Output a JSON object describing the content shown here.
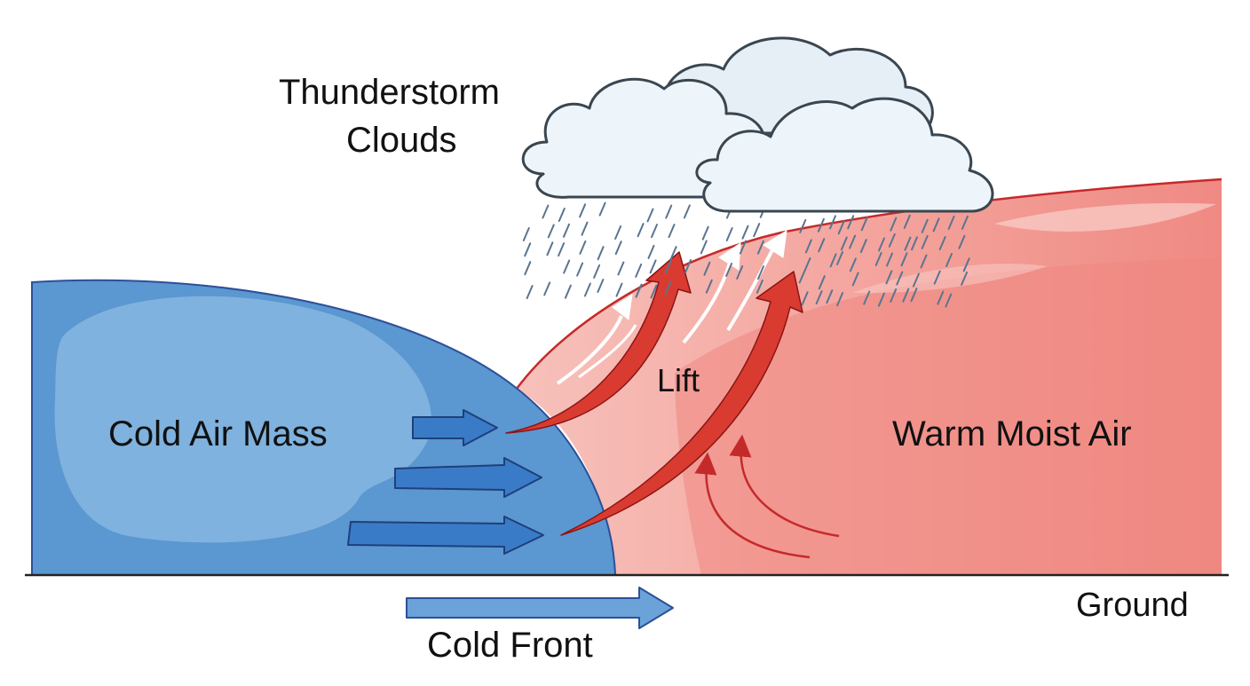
{
  "labels": {
    "title_line1": "Thunderstorm",
    "title_line2": "Clouds",
    "cold_air": "Cold Air Mass",
    "warm_air": "Warm Moist Air",
    "lift": "Lift",
    "ground": "Ground",
    "cold_front": "Cold Front"
  },
  "colors": {
    "cold_air": "#5b97d0",
    "cold_air_core": "#7fb2de",
    "cold_outline": "#2d4f9a",
    "warm_air": "#f08a84",
    "warm_air_light": "#f6b8b2",
    "warm_outline": "#c52a2a",
    "lift_arrow": "#d93b30",
    "cloud_fill": "#eef5fa",
    "cloud_outline": "#3a4650",
    "rain": "#5a7590",
    "front_arrow": "#6ba3d8",
    "ground_line": "#222222"
  }
}
